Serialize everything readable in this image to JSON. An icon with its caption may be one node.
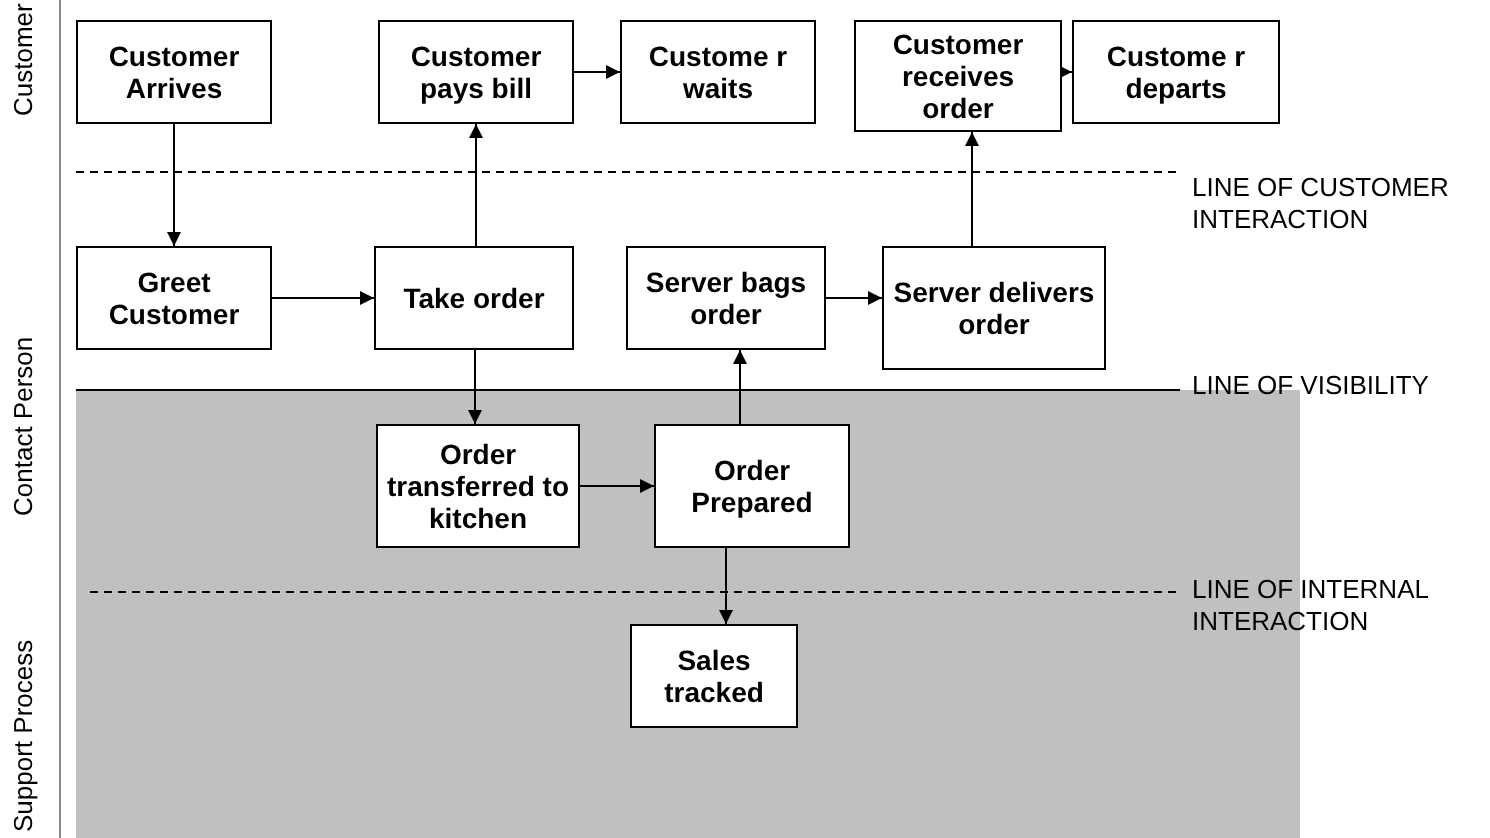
{
  "diagram": {
    "nodes": [
      {
        "text": [
          "Customer Arrives"
        ]
      },
      {
        "text": [
          "Customer pays bill"
        ]
      },
      {
        "text": [
          "Custome r waits"
        ]
      },
      {
        "text": [
          "Customer receives order"
        ]
      },
      {
        "text": [
          "Custome r departs"
        ]
      },
      {
        "text": [
          "Greet Customer"
        ]
      },
      {
        "text": [
          "Take order"
        ]
      },
      {
        "text": [
          "Server bags order"
        ]
      },
      {
        "text": [
          "Server delivers order"
        ]
      },
      {
        "text": [
          "Order transferred to kitchen"
        ]
      },
      {
        "text": [
          "Order Prepared"
        ]
      },
      {
        "text": [
          "Sales tracked"
        ]
      }
    ],
    "edges": [
      {
        "from": 0,
        "to": 5,
        "arrow": "to"
      },
      {
        "from": 5,
        "to": 6,
        "arrow": "to"
      },
      {
        "from": 6,
        "to": 1,
        "arrow": "to"
      },
      {
        "from": 1,
        "to": 2,
        "arrow": "to"
      },
      {
        "from": 6,
        "to": 9,
        "arrow": "to"
      },
      {
        "from": 9,
        "to": 10,
        "arrow": "to"
      },
      {
        "from": 10,
        "to": 7,
        "arrow": "to"
      },
      {
        "from": 7,
        "to": 8,
        "arrow": "to"
      },
      {
        "from": 8,
        "to": 3,
        "arrow": "to"
      },
      {
        "from": 3,
        "to": 4,
        "arrow": "to"
      },
      {
        "from": 10,
        "to": 11,
        "arrow": "to"
      }
    ],
    "labels": [
      "Customer",
      "LINE OF CUSTOMER INTERACTION",
      "Contact Person",
      "LINE OF VISIBILITY",
      "LINE OF INTERNAL INTERACTION",
      "Support Process"
    ]
  }
}
